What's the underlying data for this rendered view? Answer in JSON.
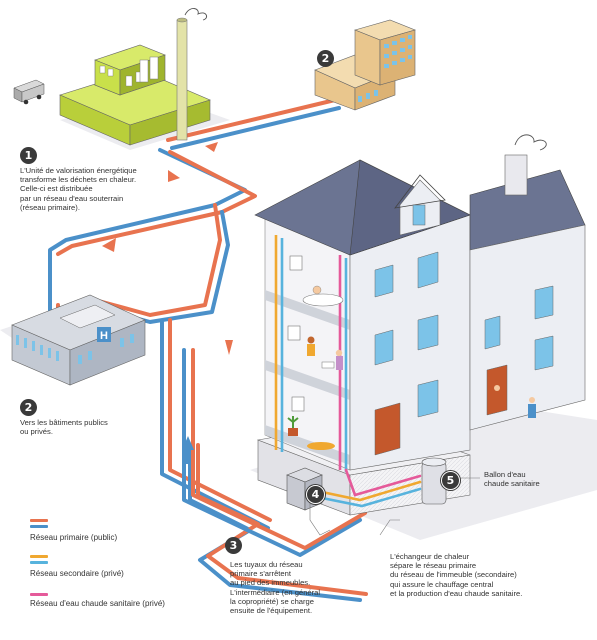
{
  "badges": {
    "b1": "1",
    "b2_top": "2",
    "b2_left": "2",
    "b3": "3",
    "b4": "4",
    "b5": "5"
  },
  "captions": {
    "c1": [
      "L'Unité de valorisation énergétique",
      "transforme les déchets en chaleur.",
      "Celle-ci est distribuée",
      "par un réseau d'eau souterrain",
      "(réseau primaire)."
    ],
    "c2": [
      "Vers les bâtiments publics",
      "ou privés."
    ],
    "c3": [
      "Les tuyaux du réseau",
      "primaire s'arrêtent",
      "au pied des immeubles.",
      "L'intermédiaire (en général",
      "la copropriété) se charge",
      "ensuite de l'équipement."
    ],
    "c4": [
      "L'échangeur de chaleur",
      "sépare le réseau primaire",
      "du réseau de l'immeuble (secondaire)",
      "qui assure le chauffage central",
      "et la production d'eau chaude sanitaire."
    ],
    "c5": [
      "Ballon d'eau",
      "chaude sanitaire"
    ]
  },
  "legend": [
    {
      "label": "Réseau primaire (public)",
      "colors": [
        "#e8734f",
        "#4b90c9"
      ]
    },
    {
      "label": "Réseau secondaire (privé)",
      "colors": [
        "#f0a830",
        "#57b3dd"
      ]
    },
    {
      "label": "Réseau d'eau chaude sanitaire (privé)",
      "colors": [
        "#e55a9a"
      ]
    }
  ],
  "colors": {
    "primary_hot": "#e8734f",
    "primary_cold": "#4b90c9",
    "secondary_hot": "#f0a830",
    "secondary_cold": "#57b3dd",
    "sanitary": "#e55a9a",
    "factory_green": "#c9e04a",
    "roof_slate": "#69728a",
    "wall": "#e9e9ee",
    "window": "#7cc3e8",
    "door": "#c4582c"
  },
  "icons": [
    "hospital-h-icon",
    "garbage-truck-icon",
    "smoke-icon"
  ]
}
